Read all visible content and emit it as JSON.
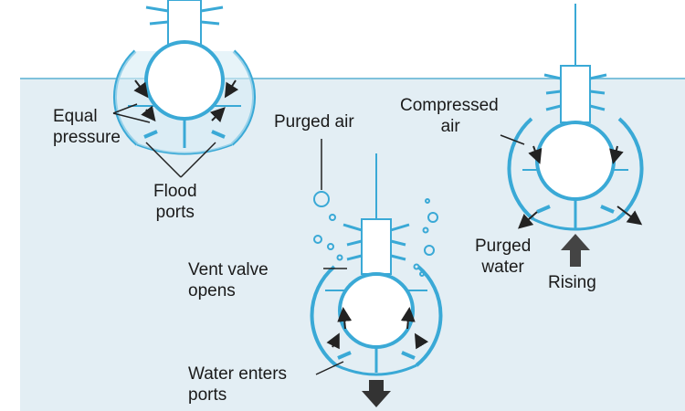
{
  "colors": {
    "water": "#e3eef4",
    "surface_line": "#7fc2dc",
    "hull_stroke": "#3aa9d6",
    "ballast_fill": "#d7ecf5",
    "pressure_hull_fill": "#ffffff",
    "arrow": "#222222",
    "label_text": "#1a1a1a"
  },
  "labels": {
    "equal_pressure": {
      "line1": "Equal",
      "line2": "pressure"
    },
    "flood_ports": {
      "line1": "Flood",
      "line2": "ports"
    },
    "purged_air": "Purged air",
    "vent_valve_opens": {
      "line1": "Vent valve",
      "line2": "opens"
    },
    "water_enters_ports": {
      "line1": "Water enters",
      "line2": "ports"
    },
    "compressed_air": {
      "line1": "Compressed",
      "line2": "air"
    },
    "purged_water": {
      "line1": "Purged",
      "line2": "water"
    },
    "rising": "Rising"
  }
}
